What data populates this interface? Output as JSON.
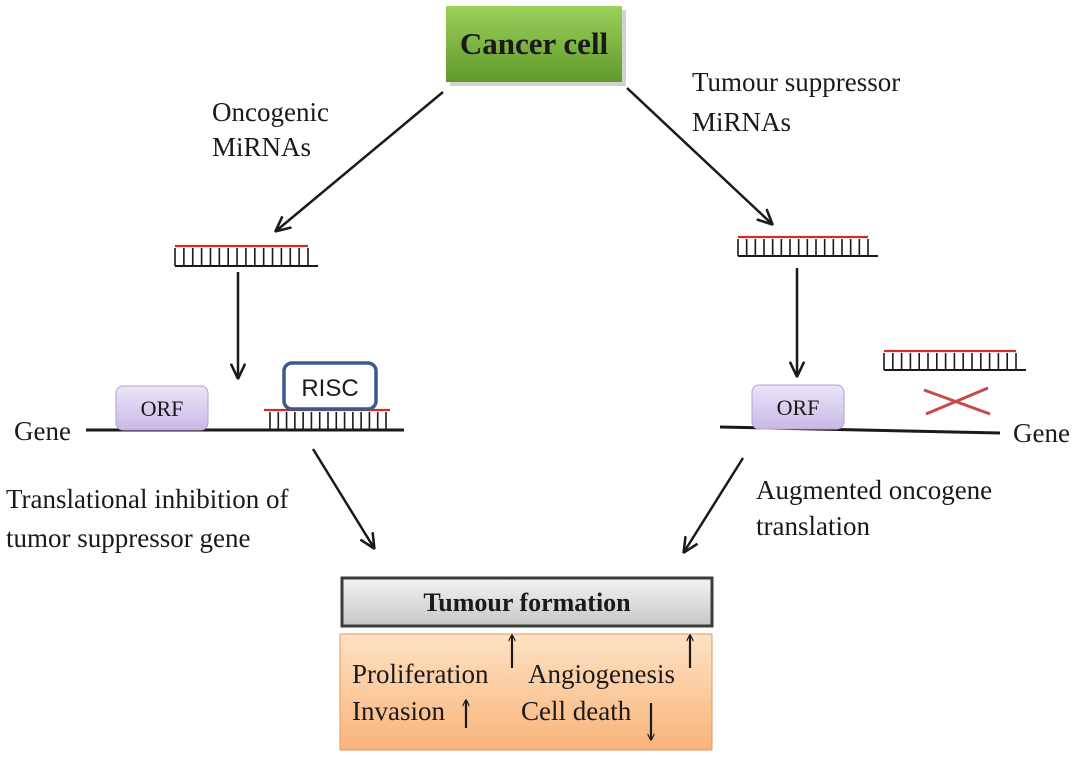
{
  "top_node": {
    "label": "Cancer cell"
  },
  "left_branch": {
    "label_line1": "Oncogenic",
    "label_line2": "MiRNAs",
    "orf_label": "ORF",
    "risc_label": "RISC",
    "gene_label": "Gene",
    "outcome_line1": "Translational inhibition of",
    "outcome_line2": "tumor suppressor gene"
  },
  "right_branch": {
    "label_line1": "Tumour suppressor",
    "label_line2": "MiRNAs",
    "orf_label": "ORF",
    "gene_label": "Gene",
    "outcome_line1": "Augmented oncogene",
    "outcome_line2": "translation"
  },
  "result": {
    "title": "Tumour formation",
    "effects": [
      {
        "label": "Proliferation",
        "direction": "up"
      },
      {
        "label": "Angiogenesis",
        "direction": "up"
      },
      {
        "label": "Invasion",
        "direction": "up"
      },
      {
        "label": "Cell death",
        "direction": "down"
      }
    ]
  },
  "colors": {
    "top_node_fill": "#78b13a",
    "orf_fill": "#d9cdef",
    "risc_border": "#3a5a8c",
    "result_title_fill": "#dcdcdc",
    "result_effects_fill": "#fbcc9c",
    "mirna_red": "#d12b2b",
    "cross": "#c94a4a"
  }
}
